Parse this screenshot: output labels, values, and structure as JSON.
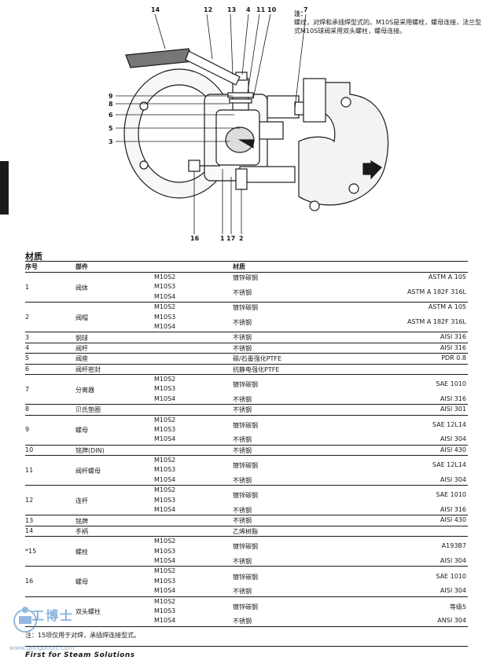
{
  "callouts_top": [
    "14",
    "12",
    "13",
    "4",
    "11",
    "10",
    "7"
  ],
  "callouts_left": [
    "9",
    "8",
    "6",
    "5",
    "3"
  ],
  "callouts_bottom": [
    "16",
    "1",
    "17",
    "2"
  ],
  "note": {
    "title": "注：",
    "text": "螺纹，对焊和承插焊型式的。M10S是采用螺栓，螺母连接，法兰型式M10S球阀采用双头螺柱，螺母连接。"
  },
  "section_title": "材质",
  "table": {
    "headers": {
      "no": "序号",
      "part": "部件",
      "material": "材质"
    },
    "rows": [
      {
        "no": "1",
        "part": "阀体",
        "lines": [
          {
            "model": "M10S2",
            "mat": "镀锌碳钢",
            "spec": "ASTM A 105"
          },
          {
            "model": "M10S3",
            "mat": "不锈钢",
            "spec": "ASTM A 182F 316L",
            "merge": true
          },
          {
            "model": "M10S4",
            "mat": "",
            "spec": ""
          }
        ]
      },
      {
        "no": "2",
        "part": "阀帽",
        "lines": [
          {
            "model": "M10S2",
            "mat": "镀锌碳钢",
            "spec": "ASTM A 105"
          },
          {
            "model": "M10S3",
            "mat": "不锈钢",
            "spec": "ASTM A 182F 316L",
            "merge": true
          },
          {
            "model": "M10S4",
            "mat": "",
            "spec": ""
          }
        ]
      },
      {
        "no": "3",
        "part": "钢球",
        "lines": [
          {
            "model": "",
            "mat": "不锈钢",
            "spec": "AISI 316"
          }
        ]
      },
      {
        "no": "4",
        "part": "阀杆",
        "lines": [
          {
            "model": "",
            "mat": "不锈钢",
            "spec": "AISI 316"
          }
        ]
      },
      {
        "no": "5",
        "part": "阀座",
        "lines": [
          {
            "model": "",
            "mat": "碳/石墨强化PTFE",
            "spec": "PDR 0.8"
          }
        ]
      },
      {
        "no": "6",
        "part": "阀杆密封",
        "lines": [
          {
            "model": "",
            "mat": "抗静电强化PTFE",
            "spec": ""
          }
        ]
      },
      {
        "no": "7",
        "part": "分离器",
        "lines": [
          {
            "model": "M10S2",
            "mat": "镀锌碳钢",
            "spec": "SAE 1010",
            "merge": true
          },
          {
            "model": "M10S3",
            "mat": "",
            "spec": ""
          },
          {
            "model": "M10S4",
            "mat": "不锈钢",
            "spec": "AISI 316"
          }
        ]
      },
      {
        "no": "8",
        "part": "贝氏垫圈",
        "lines": [
          {
            "model": "",
            "mat": "不锈钢",
            "spec": "AISI 301"
          }
        ]
      },
      {
        "no": "9",
        "part": "螺母",
        "lines": [
          {
            "model": "M10S2",
            "mat": "镀锌碳钢",
            "spec": "SAE 12L14",
            "merge": true
          },
          {
            "model": "M10S3",
            "mat": "",
            "spec": ""
          },
          {
            "model": "M10S4",
            "mat": "不锈钢",
            "spec": "AISI 304"
          }
        ]
      },
      {
        "no": "10",
        "part": "铭牌(DIN)",
        "lines": [
          {
            "model": "",
            "mat": "不锈钢",
            "spec": "AISI 430"
          }
        ]
      },
      {
        "no": "11",
        "part": "阀杆螺母",
        "lines": [
          {
            "model": "M10S2",
            "mat": "镀锌碳钢",
            "spec": "SAE 12L14",
            "merge": true
          },
          {
            "model": "M10S3",
            "mat": "",
            "spec": ""
          },
          {
            "model": "M10S4",
            "mat": "不锈钢",
            "spec": "AISI 304"
          }
        ]
      },
      {
        "no": "12",
        "part": "连杆",
        "lines": [
          {
            "model": "M10S2",
            "mat": "镀锌碳钢",
            "spec": "SAE 1010",
            "merge": true
          },
          {
            "model": "M10S3",
            "mat": "",
            "spec": ""
          },
          {
            "model": "M10S4",
            "mat": "不锈钢",
            "spec": "AISI 316"
          }
        ]
      },
      {
        "no": "13",
        "part": "铭牌",
        "lines": [
          {
            "model": "",
            "mat": "不锈钢",
            "spec": "AISI 430"
          }
        ]
      },
      {
        "no": "14",
        "part": "手柄",
        "lines": [
          {
            "model": "",
            "mat": "乙烯树脂",
            "spec": ""
          }
        ]
      },
      {
        "no": "*15",
        "part": "螺栓",
        "lines": [
          {
            "model": "M10S2",
            "mat": "镀锌碳钢",
            "spec": "A193B7",
            "merge": true
          },
          {
            "model": "M10S3",
            "mat": "",
            "spec": ""
          },
          {
            "model": "M10S4",
            "mat": "不锈钢",
            "spec": "AISI 304"
          }
        ]
      },
      {
        "no": "16",
        "part": "螺母",
        "lines": [
          {
            "model": "M10S2",
            "mat": "镀锌碳钢",
            "spec": "SAE 1010",
            "merge": true
          },
          {
            "model": "M10S3",
            "mat": "",
            "spec": ""
          },
          {
            "model": "M10S4",
            "mat": "不锈钢",
            "spec": "AISI 304"
          }
        ]
      },
      {
        "no": "",
        "part": "双头螺柱",
        "lines": [
          {
            "model": "M10S2",
            "mat": "镀锌碳钢",
            "spec": "等级5",
            "merge": true
          },
          {
            "model": "M10S3",
            "mat": "",
            "spec": ""
          },
          {
            "model": "M10S4",
            "mat": "不锈钢",
            "spec": "ANSI 304"
          }
        ]
      }
    ]
  },
  "footnote": "注：15项仅用于对焊，承插焊连接型式。",
  "brand": "First for Steam Solutions",
  "watermark": {
    "text": "工博士",
    "url": "www.gongboshi.com"
  }
}
